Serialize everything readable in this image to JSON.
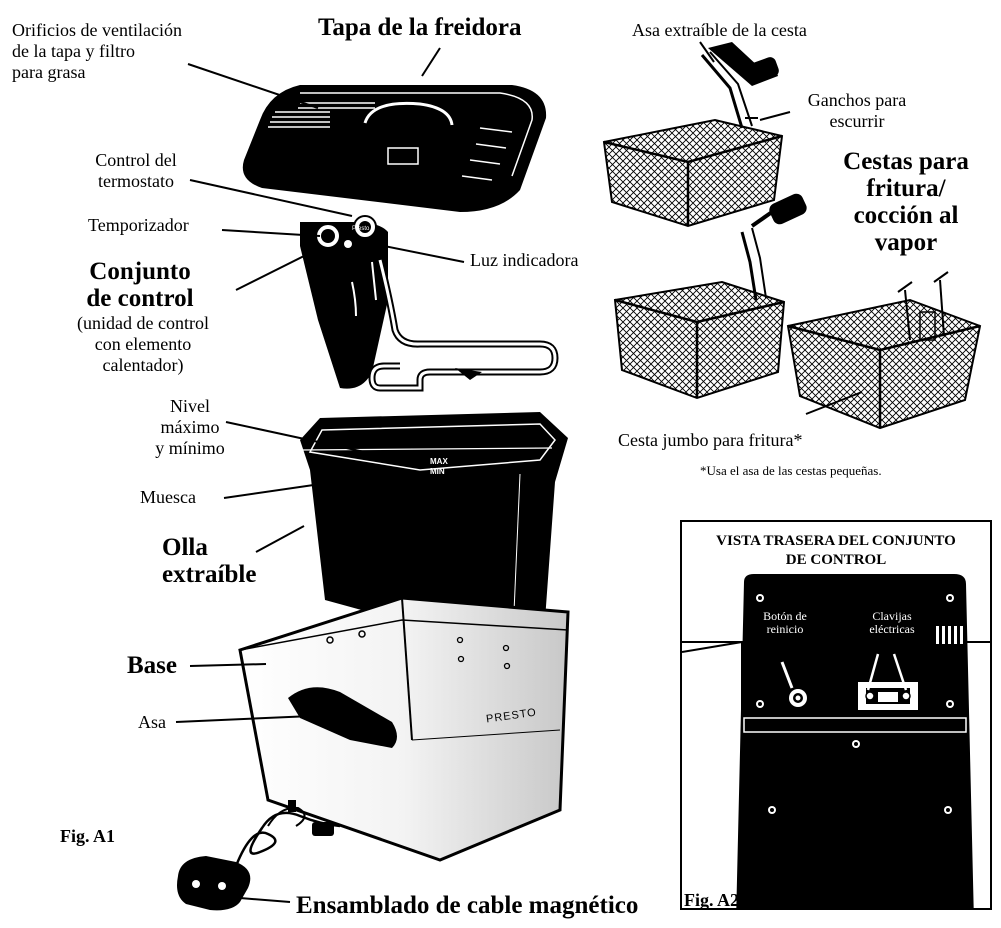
{
  "labels": {
    "lid_vents": [
      "Orificios de ventilación",
      "de la tapa y filtro",
      "para grasa"
    ],
    "lid_title": "Tapa de la freidora",
    "thermostat": [
      "Control del",
      "termostato"
    ],
    "timer": "Temporizador",
    "indicator_light": "Luz indicadora",
    "control_set_title": [
      "Conjunto",
      "de control"
    ],
    "control_set_desc": [
      "(unidad de control",
      "con elemento",
      "calentador)"
    ],
    "level": [
      "Nivel",
      "máximo",
      "y mínimo"
    ],
    "notch": "Muesca",
    "pot": [
      "Olla",
      "extraíble"
    ],
    "base": "Base",
    "handle": "Asa",
    "fig_a1": "Fig. A1",
    "cord": "Ensamblado de cable magnético",
    "basket_handle": "Asa extraíble de la cesta",
    "drain_hooks": [
      "Ganchos para",
      "escurrir"
    ],
    "baskets_title": [
      "Cestas para",
      "fritura/",
      "cocción al",
      "vapor"
    ],
    "jumbo_basket": "Cesta jumbo para fritura*",
    "footnote": "*Usa el asa de las cestas pequeñas.",
    "pot_max": "MAX",
    "pot_min": "MIN",
    "brand": "PRESTO",
    "dial_mark": "Presto",
    "fig_a2": "Fig. A2"
  },
  "rear_view": {
    "title": [
      "VISTA TRASERA DEL CONJUNTO",
      "DE CONTROL"
    ],
    "reset_button": [
      "Botón de",
      "reinicio"
    ],
    "electric_pins": [
      "Clavijas",
      "eléctricas"
    ]
  }
}
